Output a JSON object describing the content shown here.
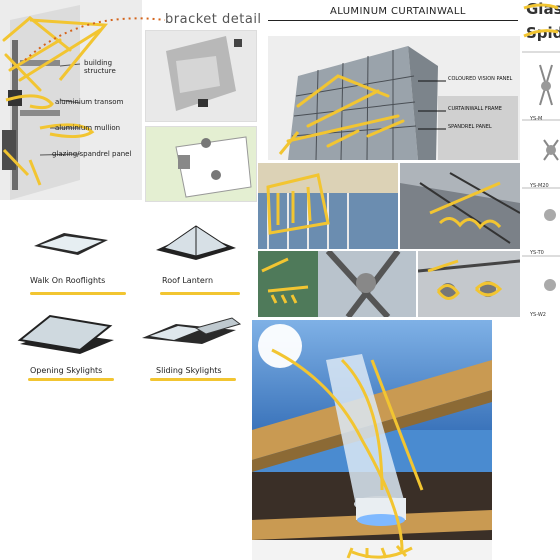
{
  "annotations": {
    "bracket_detail": "bracket detail",
    "building_structure": "building structure",
    "aluminium_transom": "aluminium transom",
    "aluminium_mullion": "aluminium mullion",
    "glazing_spandrel_panel": "glazing/spandrel panel"
  },
  "curtainwall": {
    "title": "ALUMINUM CURTAINWALL",
    "coloured_vision_panel": "COLOURED VISION PANEL",
    "curtainwall_frame": "CURTAINWALL FRAME",
    "spandrel_panel": "SPANDREL PANEL"
  },
  "glass_spider": {
    "title_line1": "Glas",
    "title_line2": "Spid",
    "codes": [
      "YS-M",
      "YS-M20",
      "YS-T0",
      "YS-W2"
    ]
  },
  "rooflights": [
    {
      "label": "Walk On Rooflights"
    },
    {
      "label": "Roof Lantern"
    },
    {
      "label": "Opening Skylights"
    },
    {
      "label": "Sliding Skylights"
    }
  ],
  "colors": {
    "highlighter": "#f2c531",
    "annotation_orange": "#d4641c",
    "sky_blue": "#3f7ec4",
    "wood": "#c99a52"
  }
}
